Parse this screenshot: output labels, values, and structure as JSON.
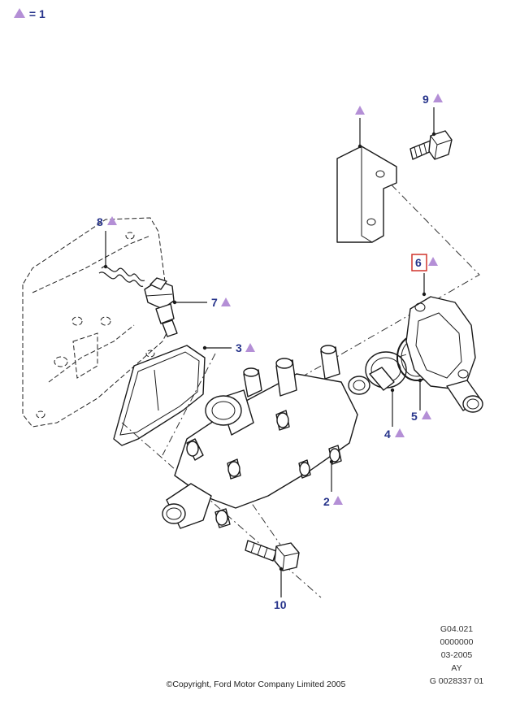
{
  "legend": {
    "text": "= 1"
  },
  "callouts": [
    {
      "id": "c2",
      "label": "2"
    },
    {
      "id": "c3",
      "label": "3"
    },
    {
      "id": "c4",
      "label": "4"
    },
    {
      "id": "c5",
      "label": "5"
    },
    {
      "id": "c6",
      "label": "6"
    },
    {
      "id": "c7",
      "label": "7"
    },
    {
      "id": "c8",
      "label": "8"
    },
    {
      "id": "c9",
      "label": "9"
    },
    {
      "id": "c10",
      "label": "10"
    }
  ],
  "reference_block": [
    "G04.021",
    "0000000",
    "03-2005",
    "AY",
    "G 0028337 01"
  ],
  "copyright": "©Copyright, Ford Motor Company Limited 2005",
  "colors": {
    "callout": "#27348b",
    "marker": "#b48fd6",
    "highlight_box": "#d0342c"
  }
}
